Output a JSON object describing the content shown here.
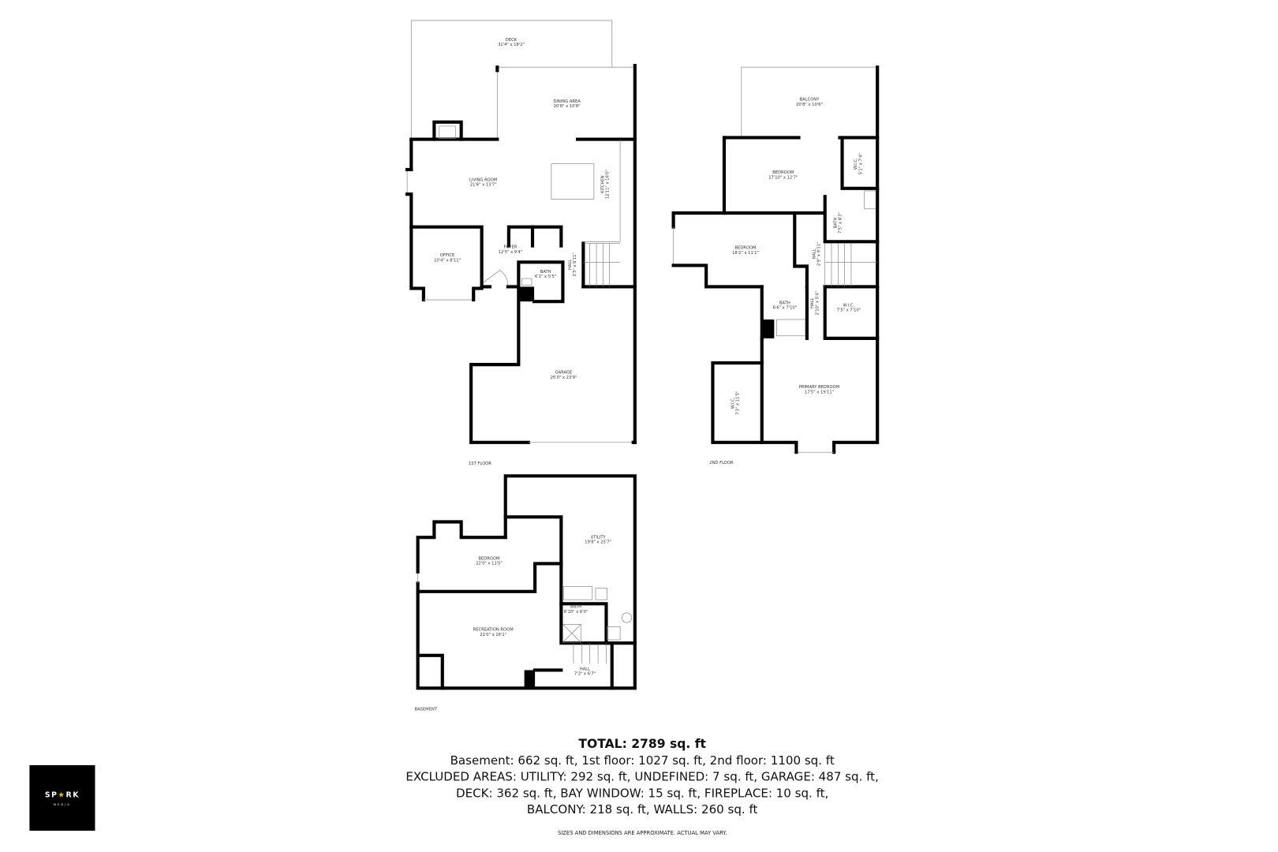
{
  "floors": {
    "first": {
      "label": "1ST FLOOR",
      "rooms": [
        {
          "name": "DECK",
          "dims": "31'4\" x 18'2\""
        },
        {
          "name": "DINING AREA",
          "dims": "20'8\" x 10'8\""
        },
        {
          "name": "LIVING ROOM",
          "dims": "21'6\" x 13'7\""
        },
        {
          "name": "KITCHEN",
          "dims": "12'11\" x 16'0\""
        },
        {
          "name": "OFFICE",
          "dims": "10'4\" x 8'11\""
        },
        {
          "name": "FOYER",
          "dims": "12'5\" x 9'4\""
        },
        {
          "name": "BATH",
          "dims": "6'1\" x 5'5\""
        },
        {
          "name": "HALL",
          "dims": "3'3\" x 6'11\""
        },
        {
          "name": "GARAGE",
          "dims": "25'0\" x 23'9\""
        }
      ]
    },
    "second": {
      "label": "2ND FLOOR",
      "rooms": [
        {
          "name": "BALCONY",
          "dims": "20'8\" x 10'6\""
        },
        {
          "name": "BEDROOM",
          "dims": "17'10\" x 12'7\""
        },
        {
          "name": "W.I.C.",
          "dims": "5'1\" x 7'4\""
        },
        {
          "name": "BATH",
          "dims": "7'5\" x 8'3\""
        },
        {
          "name": "BEDROOM",
          "dims": "18'2\" x 11'1\""
        },
        {
          "name": "HALL",
          "dims": "2'9\" x 9'11\""
        },
        {
          "name": "BATH",
          "dims": "6'6\" x 7'10\""
        },
        {
          "name": "HALL",
          "dims": "2'10\" x 5'4\""
        },
        {
          "name": "W.I.C.",
          "dims": "7'5\" x 7'10\""
        },
        {
          "name": "PRIMARY BEDROOM",
          "dims": "17'5\" x 19'11\""
        },
        {
          "name": "W.I.C.",
          "dims": "7'3\" x 11'5\""
        }
      ]
    },
    "basement": {
      "label": "BASEMENT",
      "rooms": [
        {
          "name": "BEDROOM",
          "dims": "22'0\" x 11'5\""
        },
        {
          "name": "UTILITY",
          "dims": "19'8\" x 25'7\""
        },
        {
          "name": "BATH",
          "dims": "6'10\" x 6'0\""
        },
        {
          "name": "RECREATION ROOM",
          "dims": "22'0\" x 16'1\""
        },
        {
          "name": "HALL",
          "dims": "7'3\" x 6'7\""
        }
      ]
    }
  },
  "summary": {
    "total": "TOTAL: 2789 sq. ft",
    "lines": [
      "Basement: 662 sq. ft, 1st floor: 1027 sq. ft, 2nd floor: 1100 sq. ft",
      "EXCLUDED AREAS: UTILITY: 292 sq. ft, UNDEFINED: 7 sq. ft, GARAGE: 487 sq. ft,",
      "DECK: 362 sq. ft, BAY WINDOW: 15 sq. ft, FIREPLACE: 10 sq. ft,",
      "BALCONY: 218 sq. ft, WALLS: 260 sq. ft"
    ],
    "disclaimer": "SIZES AND DIMENSIONS ARE APPROXIMATE. ACTUAL MAY VARY."
  },
  "logo": {
    "text": "SPARK",
    "subtext": "MEDIA",
    "accent": "#f5c400"
  }
}
